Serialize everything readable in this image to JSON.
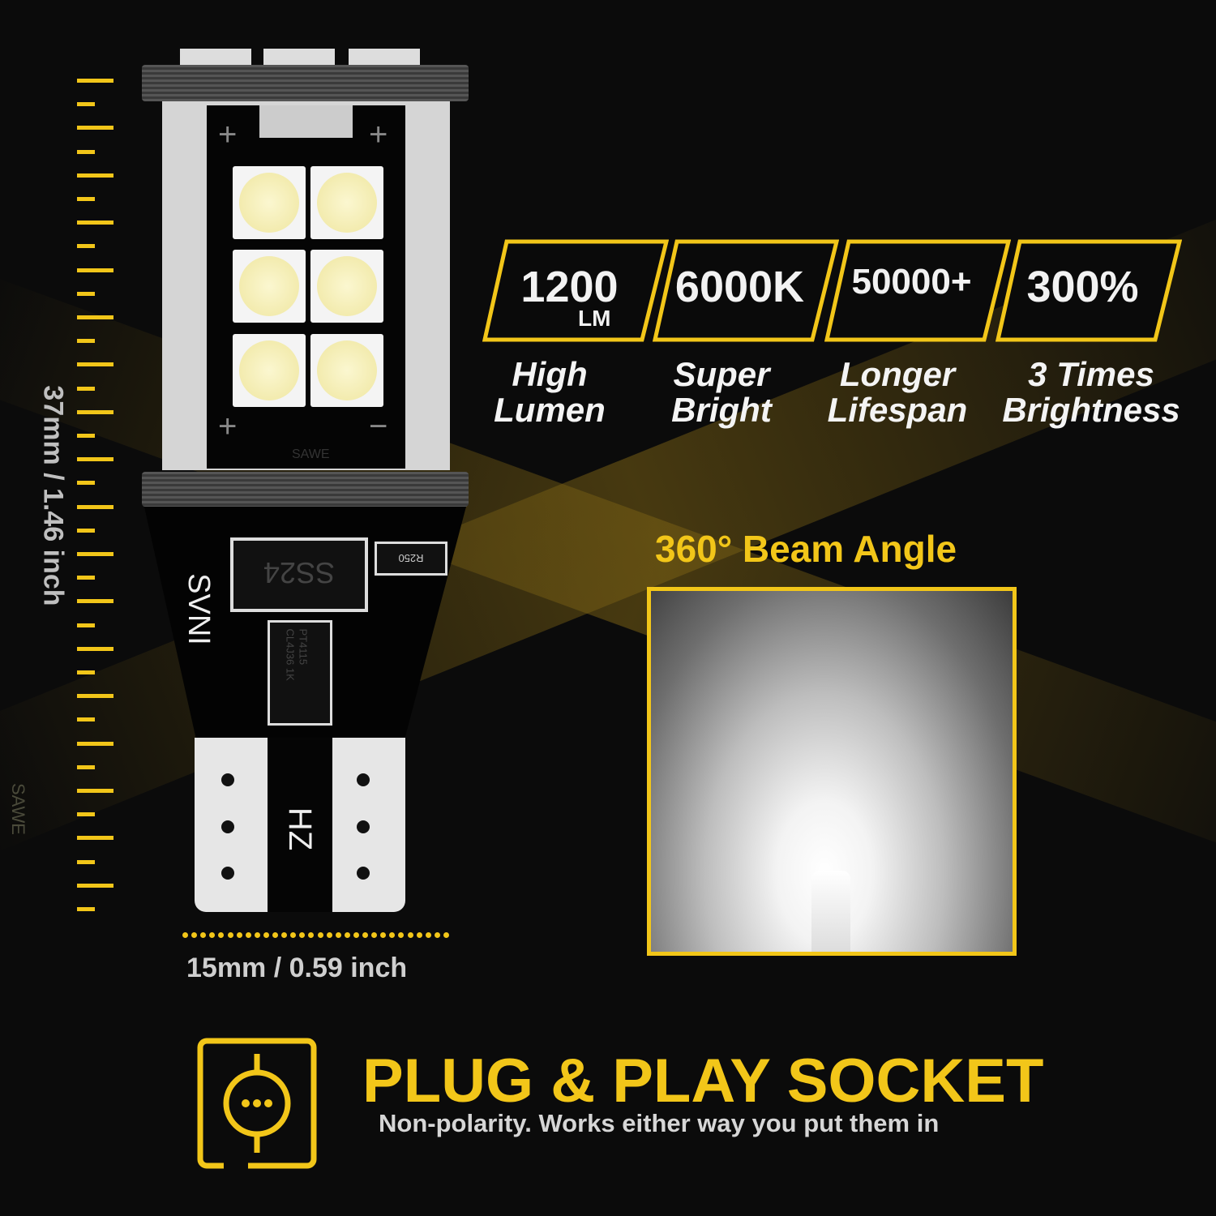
{
  "colors": {
    "accent": "#f2c619",
    "background": "#0b0b0b",
    "text": "#f2f2f2"
  },
  "dimensions": {
    "height_label": "37mm / 1.46 inch",
    "width_label": "15mm / 0.59 inch"
  },
  "bulb": {
    "pcb_text_1": "SAWE",
    "pcb_text_2": "SVNI",
    "pcb_text_3": "HZ",
    "diode": "SS24",
    "resistor": "R250",
    "chip_line1": "PT4115",
    "chip_line2": "CL4J36 1K",
    "plus": "+",
    "minus": "−"
  },
  "features": [
    {
      "value": "1200",
      "unit": "LM",
      "label_line1": "High",
      "label_line2": "Lumen"
    },
    {
      "value": "6000K",
      "label_line1": "Super",
      "label_line2": "Bright"
    },
    {
      "value": "50000+",
      "label_line1": "Longer",
      "label_line2": "Lifespan"
    },
    {
      "value": "300%",
      "label_line1": "3 Times",
      "label_line2": "Brightness"
    }
  ],
  "beam": {
    "title": "360° Beam Angle"
  },
  "socket": {
    "icon": "plug-socket-icon",
    "title": "PLUG & PLAY SOCKET",
    "subtitle": "Non-polarity. Works either way you put them in"
  },
  "watermark": "SAWE"
}
